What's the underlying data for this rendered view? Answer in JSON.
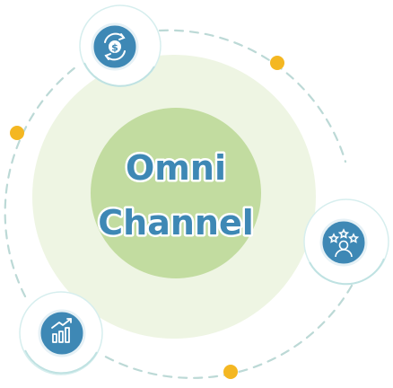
{
  "title": {
    "line1": "Omni",
    "line2": "Channel"
  },
  "colors": {
    "outer_disc": "#eef5e3",
    "inner_disc": "#c2dca0",
    "title_fill": "#3e88b5",
    "title_outline": "#ffffff",
    "node_ring": "#3e88b5",
    "node_shadow": "#bfe2e2",
    "dashed_ring": "#bcd9d6",
    "accent_dot": "#f4b722"
  },
  "nodes": [
    {
      "id": "payments",
      "icon": "dollar-cycle-icon"
    },
    {
      "id": "reviews",
      "icon": "customer-rating-icon"
    },
    {
      "id": "analytics",
      "icon": "growth-chart-icon"
    }
  ],
  "accent_dots": 3
}
